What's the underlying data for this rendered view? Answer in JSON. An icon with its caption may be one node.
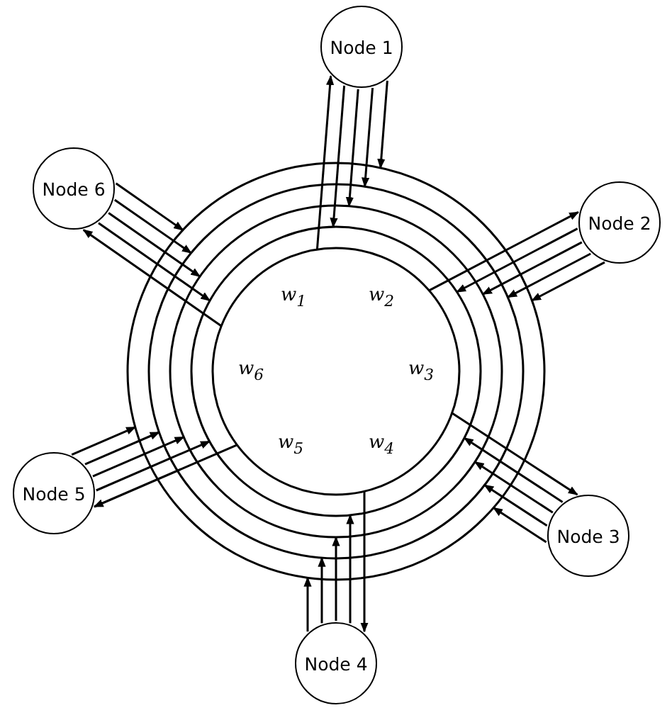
{
  "diagram": {
    "nodes": [
      {
        "text": [
          "Node 1"
        ]
      },
      {
        "text": [
          "Node 2"
        ]
      },
      {
        "text": [
          "Node 3"
        ]
      },
      {
        "text": [
          "Node 4"
        ]
      },
      {
        "text": [
          "Node 5"
        ]
      },
      {
        "text": [
          "Node 6"
        ]
      }
    ],
    "edges": [
      {
        "from": null,
        "to": 0,
        "arrow": "to"
      },
      {
        "from": 0,
        "to": null,
        "arrow": "to"
      },
      {
        "from": 0,
        "to": null,
        "arrow": "to"
      },
      {
        "from": 0,
        "to": null,
        "arrow": "to"
      },
      {
        "from": 0,
        "to": null,
        "arrow": "to"
      },
      {
        "from": null,
        "to": 1,
        "arrow": "to"
      },
      {
        "from": 1,
        "to": null,
        "arrow": "to"
      },
      {
        "from": 1,
        "to": null,
        "arrow": "to"
      },
      {
        "from": 1,
        "to": null,
        "arrow": "to"
      },
      {
        "from": 1,
        "to": null,
        "arrow": "to"
      },
      {
        "from": null,
        "to": 2,
        "arrow": "to"
      },
      {
        "from": 2,
        "to": null,
        "arrow": "to"
      },
      {
        "from": 2,
        "to": null,
        "arrow": "to"
      },
      {
        "from": 2,
        "to": null,
        "arrow": "to"
      },
      {
        "from": 2,
        "to": null,
        "arrow": "to"
      },
      {
        "from": null,
        "to": 3,
        "arrow": "to"
      },
      {
        "from": 3,
        "to": null,
        "arrow": "to"
      },
      {
        "from": 3,
        "to": null,
        "arrow": "to"
      },
      {
        "from": 3,
        "to": null,
        "arrow": "to"
      },
      {
        "from": 3,
        "to": null,
        "arrow": "to"
      },
      {
        "from": null,
        "to": 4,
        "arrow": "to"
      },
      {
        "from": 4,
        "to": null,
        "arrow": "to"
      },
      {
        "from": 4,
        "to": null,
        "arrow": "to"
      },
      {
        "from": 4,
        "to": null,
        "arrow": "to"
      },
      {
        "from": 4,
        "to": null,
        "arrow": "to"
      },
      {
        "from": null,
        "to": 5,
        "arrow": "to"
      },
      {
        "from": 5,
        "to": null,
        "arrow": "to"
      },
      {
        "from": 5,
        "to": null,
        "arrow": "to"
      },
      {
        "from": 5,
        "to": null,
        "arrow": "to"
      },
      {
        "from": 5,
        "to": null,
        "arrow": "to"
      }
    ],
    "labels": [
      "w$_{1}$",
      "w$_{2}$",
      "w$_{3}$",
      "w$_{4}$",
      "w$_{5}$",
      "w$_{6}$"
    ]
  }
}
